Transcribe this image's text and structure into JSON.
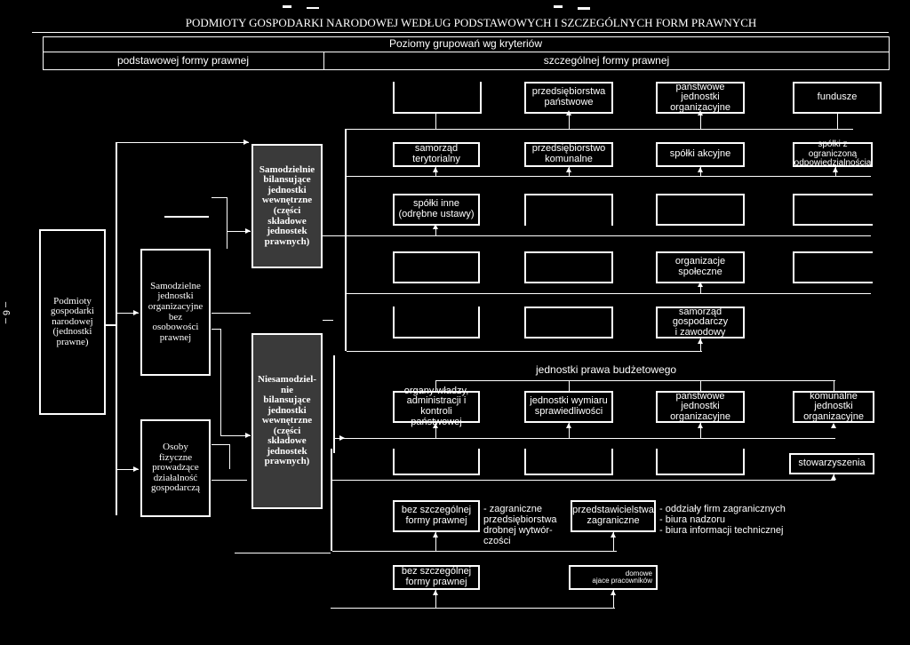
{
  "title": "PODMIOTY GOSPODARKI NARODOWEJ WEDŁUG PODSTAWOWYCH I SZCZEGÓLNYCH FORM PRAWNYCH",
  "header": {
    "levels": "Poziomy grupowań wg kryteriów",
    "basic": "podstawowej formy prawnej",
    "specific": "szczególnej formy prawnej"
  },
  "page_number": "– 6 –",
  "left": {
    "root": "Podmioty\ngospodarki\nnarodowej\n(jednostki\nprawne)",
    "units": "Samodzielne\njednostki\norganizacyjne\nbez\nosobowości\nprawnej",
    "persons": "Osoby\nfizyczne\nprowadzące\ndziałalność\ngospodarczą",
    "balancing": "Samodzielnie\nbilansujące\njednostki\nwewnętrzne\n(części\nskładowe\njednostek\nprawnych)",
    "nonbalancing": "Niesamodziel-\nnie\nbilansujące\njednostki\nwewnętrzne\n(części\nskładowe\njednostek\nprawnych)"
  },
  "boxes": {
    "state_enterprises": "przedsiębiorstwa\npaństwowe",
    "state_org_units_top": "państwowe\njednostki\norganizacyjne",
    "funds": "fundusze",
    "local_gov": "samorząd\nterytorialny",
    "municipal_enterprise": "przedsiębiorstwo\nkomunalne",
    "joint_stock": "spółki akcyjne",
    "ltd": "spółki z ograniczoną\nodpowiedzialnością",
    "other_companies": "spółki inne\n(odrębne ustawy)",
    "social_orgs": "organizacje\nspołeczne",
    "professional_gov": "samorząd\ngospodarczy\ni zawodowy",
    "budget_units": "jednostki prawa budżetowego",
    "authority_organs": "organy władzy,\nadministracji i\nkontroli państwowej",
    "justice_units": "jednostki wymiaru\nsprawiedliwości",
    "state_org_units": "państwowe\njednostki\norganizacyjne",
    "municipal_org_units": "komunalne\njednostki\norganizacyjne",
    "associations": "stowarzyszenia",
    "no_form_1": "bez szczególnej\nformy prawnej",
    "foreign_small": "- zagraniczne\nprzedsiębiorstwa\ndrobnej wytwór-\nczości",
    "foreign_rep": "przedstawicielstwa\nzagraniczne",
    "foreign_branches": "- oddziały firm zagranicznych\n- biura nadzoru\n- biura informacji technicznej",
    "no_form_2": "bez szczególnej\nformy prawnej",
    "home_workers": "domowe\najace pracowników"
  }
}
